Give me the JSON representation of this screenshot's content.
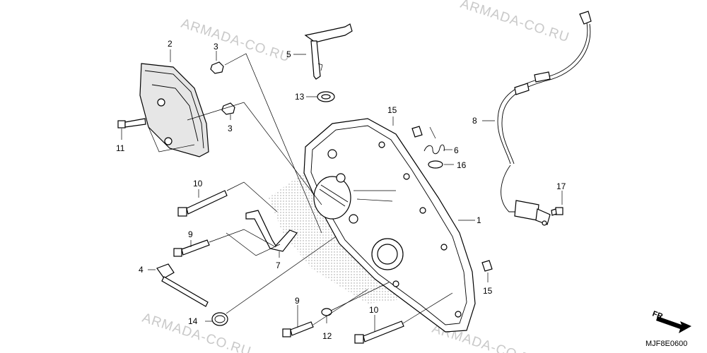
{
  "watermarks": [
    "ARMADA-CO.RU",
    "ARMADA-CO.RU",
    "ARMADA-CO.RU",
    "ARMADA-CO.RU"
  ],
  "callouts": {
    "p1": "1",
    "p2": "2",
    "p3a": "3",
    "p3b": "3",
    "p4": "4",
    "p5": "5",
    "p6": "6",
    "p7": "7",
    "p8": "8",
    "p9a": "9",
    "p9b": "9",
    "p10a": "10",
    "p10b": "10",
    "p11": "11",
    "p12": "12",
    "p13": "13",
    "p14": "14",
    "p15a": "15",
    "p15b": "15",
    "p16": "16",
    "p17": "17"
  },
  "direction_label": "FR.",
  "diagram_code": "MJF8E0600",
  "colors": {
    "line": "#000000",
    "watermark": "#c9c9c9",
    "cover_shading": "#e6e6e6"
  }
}
